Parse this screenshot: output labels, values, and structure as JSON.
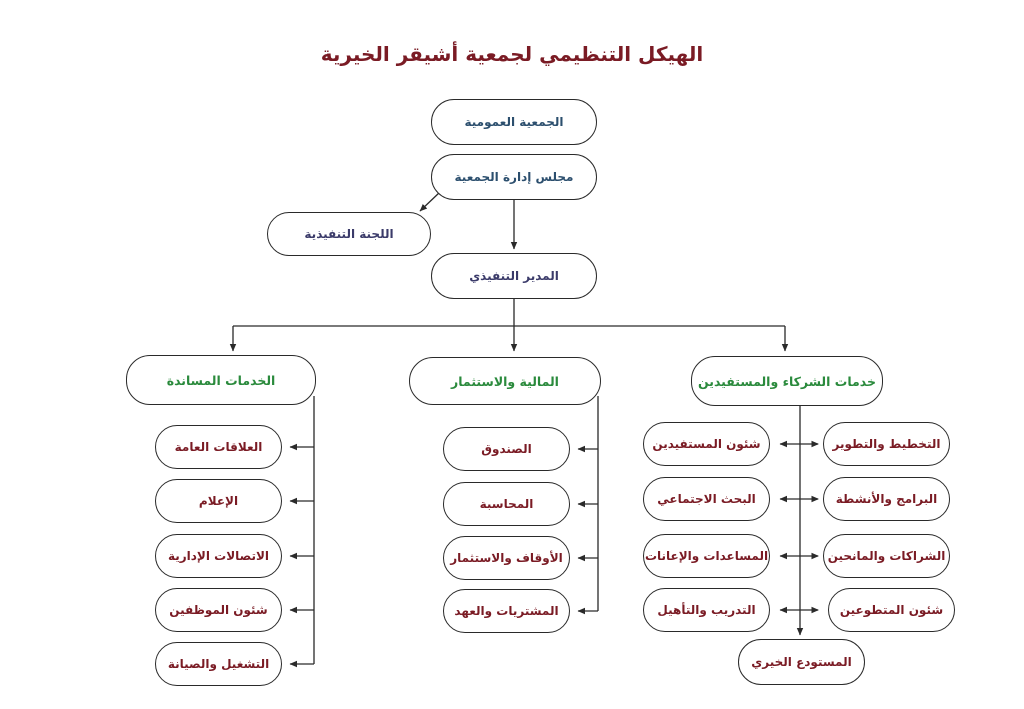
{
  "title": "الهيكل التنظيمي لجمعية أشيقر الخيرية",
  "nodes": {
    "general_assembly": "الجمعية العمومية",
    "board": "مجلس إدارة الجمعية",
    "executive_committee": "اللجنة التنفيذية",
    "executive_director": "المدير التنفيذي",
    "support_services": "الخدمات المساندة",
    "finance_investment": "المالية والاستثمار",
    "partners_beneficiaries": "خدمات الشركاء والمستفيدين",
    "public_relations": "العلاقات العامة",
    "media": "الإعلام",
    "admin_communications": "الاتصالات الإدارية",
    "staff_affairs": "شئون الموظفين",
    "operation_maintenance": "التشغيل والصيانة",
    "fund": "الصندوق",
    "accounting": "المحاسبة",
    "endowments_investment": "الأوقاف والاستثمار",
    "procurement_custody": "المشتريات والعهد",
    "beneficiaries_affairs": "شئون المستفيدين",
    "social_research": "البحث الاجتماعي",
    "aid_relief": "المساعدات والإعانات",
    "training_rehab": "التدريب والتأهيل",
    "charity_warehouse": "المستودع الخيري",
    "planning_development": "التخطيط والتطوير",
    "programs_activities": "البرامج والأنشطة",
    "partnerships_donors": "الشراكات والمانحين",
    "volunteer_affairs": "شئون المتطوعين"
  },
  "colors": {
    "title": "#7a1b24",
    "top_level_text": "#2c4f6e",
    "department_text": "#2a8a3c",
    "unit_text": "#7a1b24",
    "line": "#2a2a2a"
  }
}
